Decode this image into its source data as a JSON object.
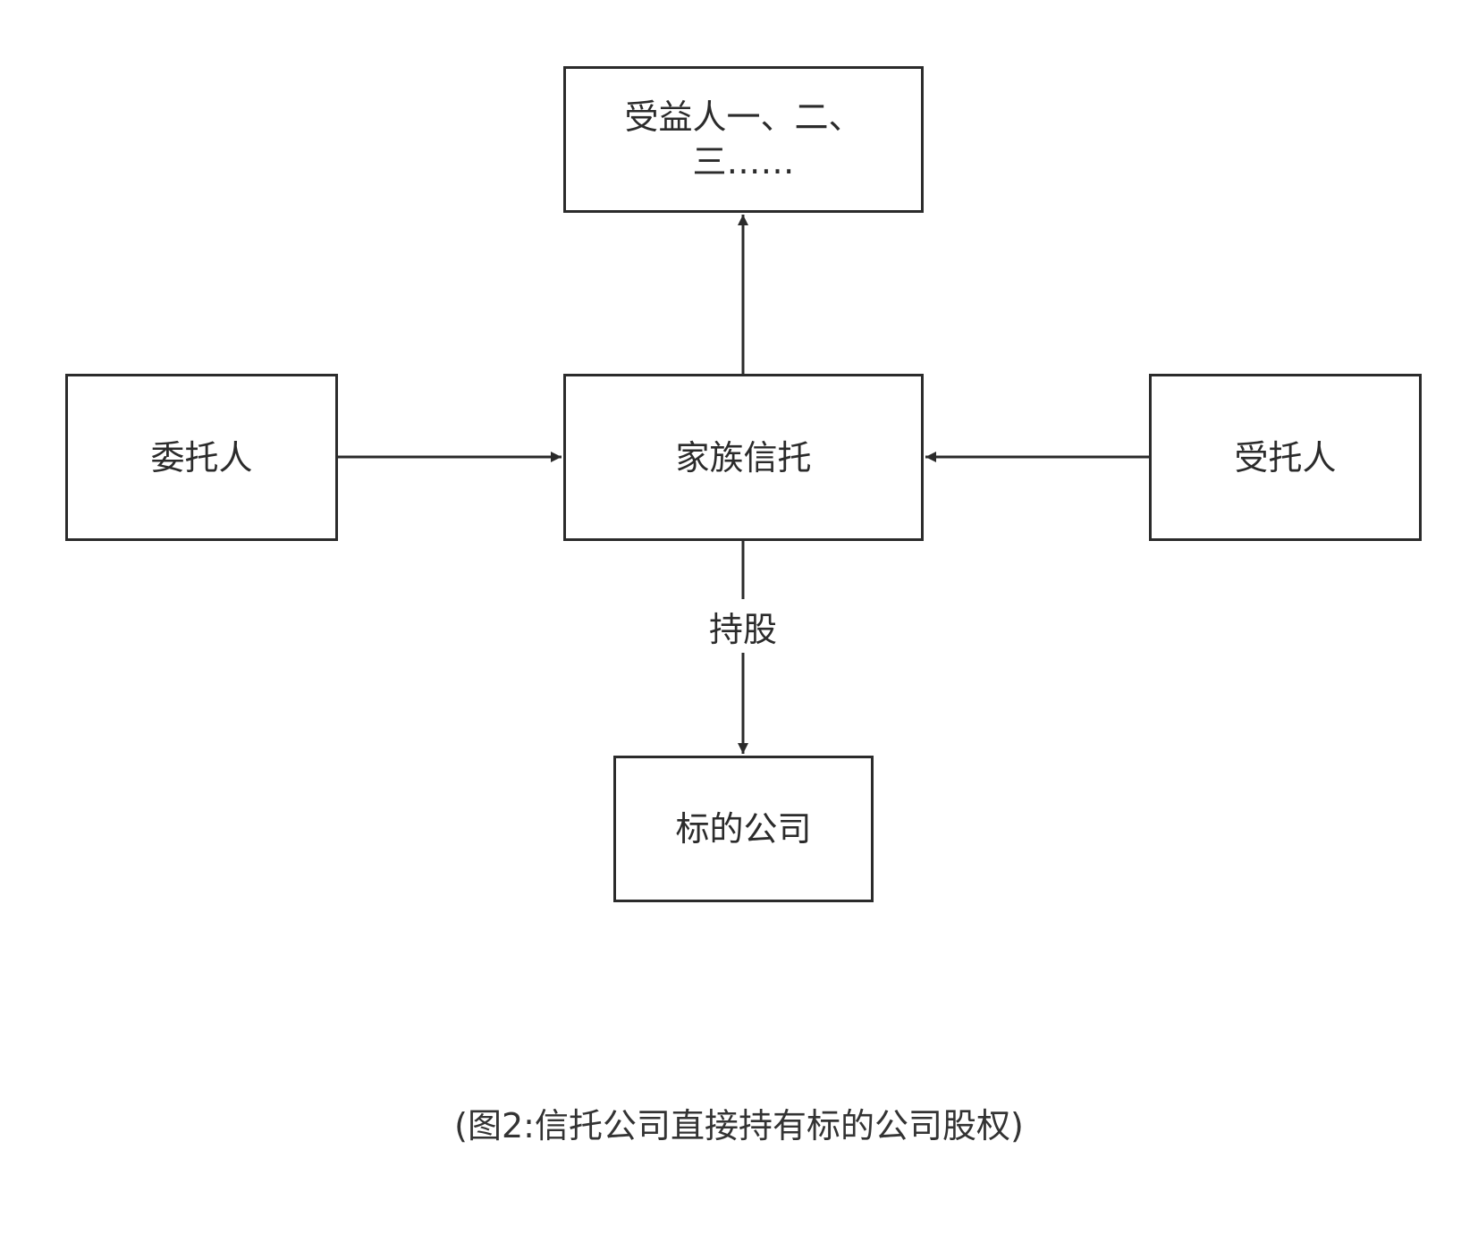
{
  "nodes": {
    "beneficiaries": "受益人一、二、三……",
    "family_trust": "家族信托",
    "settlor": "委托人",
    "trustee": "受托人",
    "target_company": "标的公司"
  },
  "edges": {
    "trust_to_company_label": "持股"
  },
  "caption": "(图2:信托公司直接持有标的公司股权)",
  "colors": {
    "stroke": "#2b2b2b",
    "background": "#ffffff"
  }
}
